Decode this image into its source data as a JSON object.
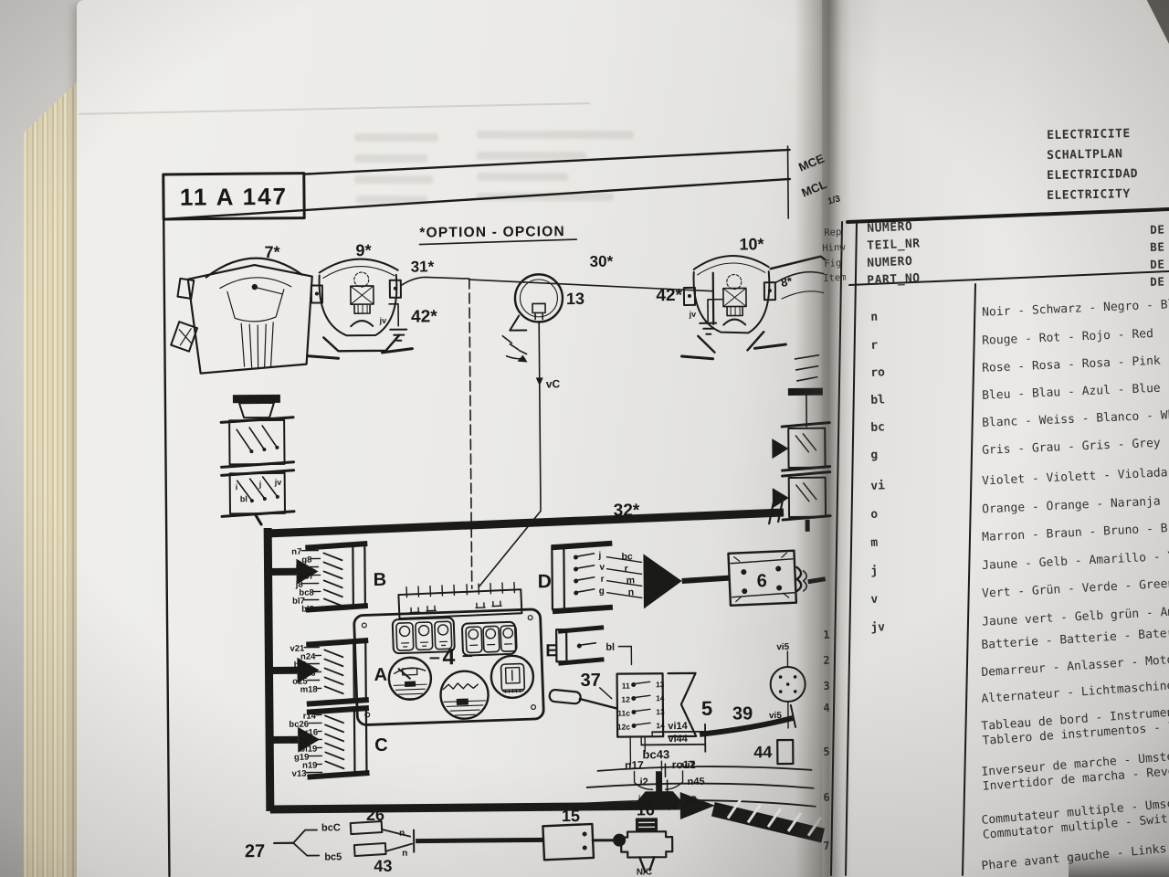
{
  "colors": {
    "ink": "#1a1a19",
    "paper_left": "#ebeae6",
    "paper_right": "#e7e6e2",
    "page_edges": "#d5caa8",
    "background": "#cbc9c5"
  },
  "left_page": {
    "sheet_code": "11 A 147",
    "gutter_codes": {
      "top": "MCE",
      "bottom": "MCL",
      "page": "1/3"
    },
    "option_note": "*OPTION - OPCION",
    "labels": {
      "p7": "7*",
      "p9": "9*",
      "p10": "10*",
      "p8": "8*",
      "p13": "13",
      "p31": "31*",
      "p30": "30*",
      "p32": "32*",
      "g42a": "42*",
      "g42b": "42*",
      "p4": "4",
      "p5": "5",
      "p6": "6",
      "p37": "37",
      "p39": "39",
      "p44": "44",
      "p15": "15",
      "p16": "16",
      "p26": "26",
      "p27": "27",
      "p43": "43",
      "cA": "A",
      "cB": "B",
      "cC": "C",
      "cD": "D",
      "cE": "E",
      "vc": "vC",
      "nc": "N/C",
      "jv_a": "jv",
      "jv_b": "jv"
    },
    "stack_tags": [
      "i",
      "j",
      "jv",
      "bl"
    ],
    "connB": [
      "n7",
      "g8",
      "j7",
      "bc7",
      "j8",
      "bc8",
      "bl7",
      "bl8"
    ],
    "connA": [
      "v21",
      "n24",
      "bl3",
      "g23",
      "o25",
      "m18"
    ],
    "connC": [
      "r14",
      "bc26",
      "r16",
      "bl19",
      "bl19",
      "g19",
      "n19",
      "v13"
    ],
    "connD_pins": [
      "j",
      "v",
      "r",
      "g"
    ],
    "connD_out": [
      "bc",
      "r",
      "m",
      "n"
    ],
    "connE": [
      "bl"
    ],
    "conn5_left": [
      "11",
      "12",
      "11c",
      "12c"
    ],
    "conn5_right": [
      "13",
      "14",
      "13",
      "14"
    ],
    "stalk_wires": [
      "vi14",
      "vi44",
      "bc43",
      "n17",
      "ro17"
    ],
    "gutter_wires": [
      "vi5",
      "vi5",
      "vi2",
      "i2",
      "n45",
      "i22",
      "rC"
    ],
    "fuse_wires": [
      "bcC",
      "bc5",
      "n",
      "n"
    ]
  },
  "right_page": {
    "header": [
      "ELECTRICITE",
      "SCHALTPLAN",
      "ELECTRICIDAD",
      "ELECTRICITY"
    ],
    "ref_col": [
      "Rep",
      "Hinw",
      "Fig",
      "Item"
    ],
    "number_col": [
      "NUMERO",
      "TEIL_NR",
      "NUMERO",
      "PART_NO"
    ],
    "designation_col": [
      "DE",
      "BE",
      "DE",
      "DE"
    ],
    "color_codes": [
      {
        "code": "n",
        "text": "Noir - Schwarz - Negro - Black"
      },
      {
        "code": "r",
        "text": "Rouge - Rot - Rojo - Red"
      },
      {
        "code": "ro",
        "text": "Rose - Rosa - Rosa - Pink"
      },
      {
        "code": "bl",
        "text": "Bleu - Blau - Azul - Blue"
      },
      {
        "code": "bc",
        "text": "Blanc - Weiss - Blanco - White"
      },
      {
        "code": "g",
        "text": "Gris - Grau - Gris - Grey"
      },
      {
        "code": "vi",
        "text": "Violet - Violett - Violada - P"
      },
      {
        "code": "o",
        "text": "Orange - Orange - Naranja - Or"
      },
      {
        "code": "m",
        "text": "Marron - Braun - Bruno - Brown"
      },
      {
        "code": "j",
        "text": "Jaune - Gelb - Amarillo - Yell"
      },
      {
        "code": "v",
        "text": "Vert - Grün - Verde - Green"
      },
      {
        "code": "jv",
        "text": "Jaune vert - Gelb grün - Amari"
      }
    ],
    "parts": [
      {
        "num": "1",
        "lines": [
          "Batterie - Batterie - Bateria -"
        ]
      },
      {
        "num": "2",
        "lines": [
          "Demarreur - Anlasser - Motor d"
        ]
      },
      {
        "num": "3",
        "lines": [
          "Alternateur - Lichtmaschine - A"
        ]
      },
      {
        "num": "4",
        "lines": [
          "Tableau de bord - Instrumentenb",
          "Tablero de instrumentos - Instr"
        ]
      },
      {
        "num": "5",
        "lines": [
          "Inverseur de marche - Umsteuer",
          "Invertidor de marcha - Reversin"
        ]
      },
      {
        "num": "6",
        "lines": [
          "Commutateur multiple - Umschalt",
          "Commutator multiple - Switch mu"
        ]
      },
      {
        "num": "7",
        "lines": [
          "Phare avant gauche - Links vorn"
        ]
      }
    ]
  }
}
